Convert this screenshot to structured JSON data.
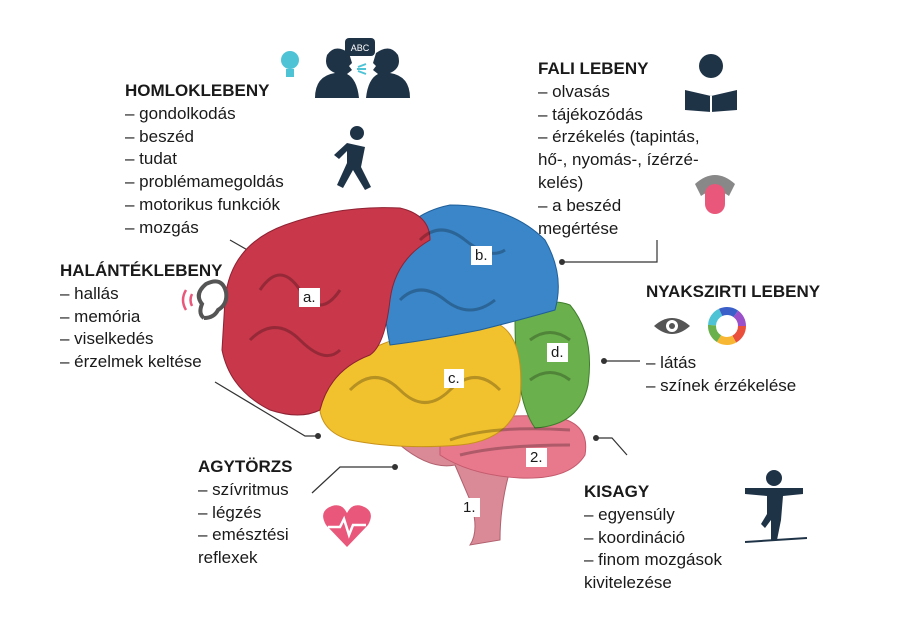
{
  "frontal": {
    "title": "HOMLOKLEBENY",
    "items": [
      "– gondolkodás",
      "– beszéd",
      "– tudat",
      "– problémamegoldás",
      "– motorikus funkciók",
      "– mozgás"
    ],
    "label": "a."
  },
  "parietal": {
    "title": "FALI LEBENY",
    "lines": [
      "– olvasás",
      "– tájékozódás",
      "– érzékelés (tapintás,",
      "hő-, nyomás-, ízérzé-",
      "kelés)",
      "– a beszéd",
      "megértése"
    ],
    "label": "b."
  },
  "temporal": {
    "title": "HALÁNTÉKLEBENY",
    "items": [
      "– hallás",
      "– memória",
      "– viselkedés",
      "– érzelmek keltése"
    ],
    "label": "c."
  },
  "occipital": {
    "title": "NYAKSZIRTI LEBENY",
    "items": [
      "– látás",
      "– színek érzékelése"
    ],
    "label": "d."
  },
  "brainstem": {
    "title": "AGYTÖRZS",
    "lines": [
      "– szívritmus",
      "– légzés",
      "– emésztési",
      "reflexek"
    ],
    "label": "1."
  },
  "cerebellum": {
    "title": "KISAGY",
    "lines": [
      "– egyensúly",
      "– koordináció",
      "– finom mozgások",
      "kivitelezése"
    ],
    "label": "2."
  },
  "speech_bubble": "ABC",
  "colors": {
    "frontal": "#c8374a",
    "parietal": "#3a86c8",
    "temporal": "#f2c12e",
    "occipital": "#6ab04c",
    "cerebellum": "#e8798c",
    "icon": "#1f3347",
    "accent": "#4ec3d6",
    "pink": "#e9577a"
  }
}
